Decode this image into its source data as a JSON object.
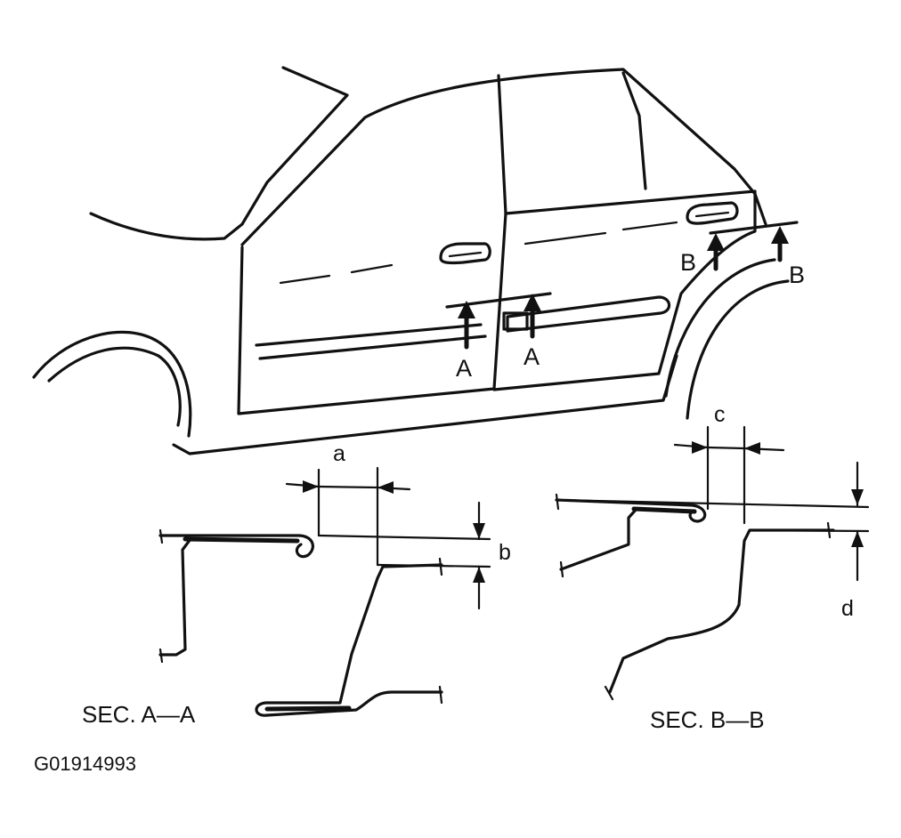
{
  "callouts": {
    "a_left": "A",
    "a_right": "A",
    "b_left": "B",
    "b_right": "B"
  },
  "dimensions": {
    "a": "a",
    "b": "b",
    "c": "c",
    "d": "d"
  },
  "sections": {
    "aa_title": "SEC. A—A",
    "bb_title": "SEC. B—B"
  },
  "figure_code": "G01914993",
  "colors": {
    "ink": "#111111",
    "paper": "#ffffff"
  }
}
